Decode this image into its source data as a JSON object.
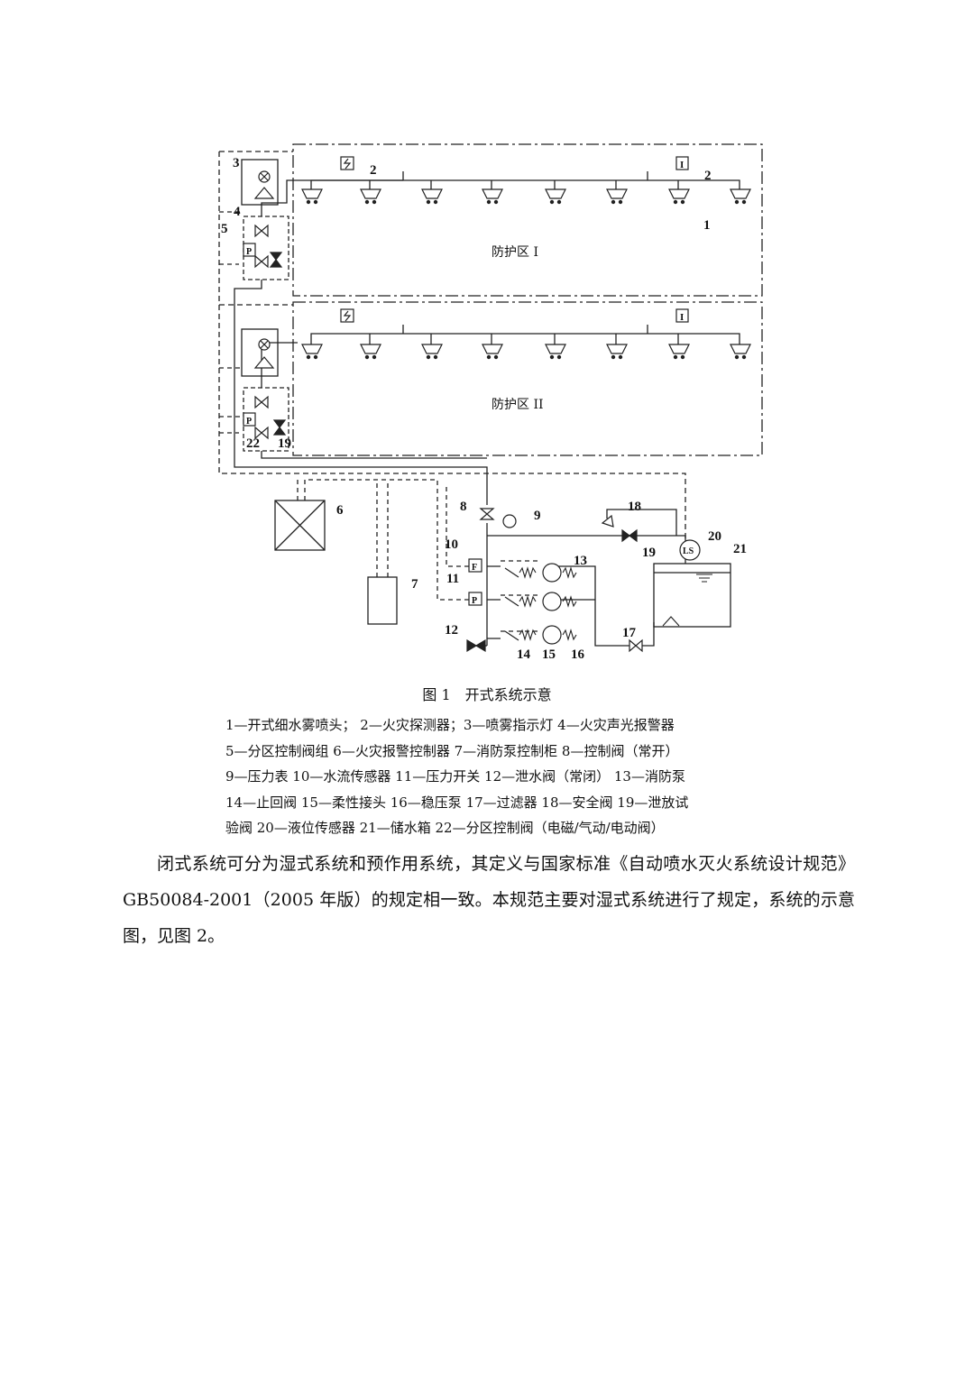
{
  "figure": {
    "zone_labels": [
      "防护区 I",
      "防护区 II"
    ],
    "callouts": [
      "1",
      "2",
      "2",
      "3",
      "4",
      "5",
      "6",
      "7",
      "8",
      "9",
      "10",
      "11",
      "12",
      "13",
      "14",
      "15",
      "16",
      "17",
      "18",
      "19",
      "19",
      "20",
      "21",
      "22"
    ],
    "symbols": {
      "pressure_switch": "P",
      "flow_sensor": "F",
      "level_sensor": "LS",
      "indicator": "I"
    },
    "caption": "图 1　开式系统示意"
  },
  "legend": [
    "1—开式细水雾喷头；  2—火灾探测器；3—喷雾指示灯   4—火灾声光报警器",
    "5—分区控制阀组   6—火灾报警控制器   7—消防泵控制柜   8—控制阀（常开）",
    "9—压力表   10—水流传感器   11—压力开关   12—泄水阀（常闭）   13—消防泵",
    "14—止回阀   15—柔性接头   16—稳压泵   17—过滤器   18—安全阀   19—泄放试",
    "验阀   20—液位传感器   21—储水箱   22—分区控制阀（电磁/气动/电动阀）"
  ],
  "paragraph": "闭式系统可分为湿式系统和预作用系统，其定义与国家标准《自动喷水灭火系统设计规范》GB50084-2001（2005 年版）的规定相一致。本规范主要对湿式系统进行了规定，系统的示意图，见图 2。"
}
